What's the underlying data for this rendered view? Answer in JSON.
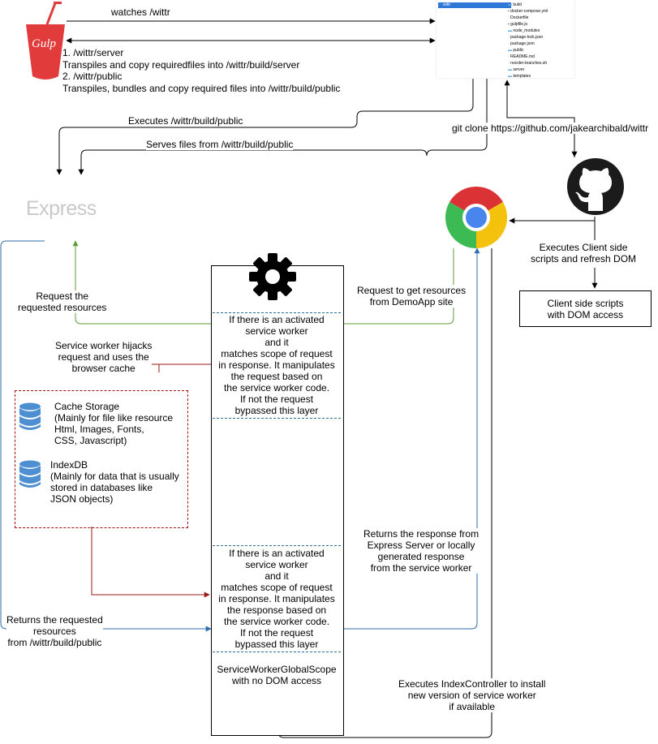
{
  "labels": {
    "watches": "watches /wittr",
    "gulp_tasks": [
      "1. /wittr/server",
      "Transpiles and copy requiredfiles into /wittr/build/server",
      "2. /wittr/public",
      "Transpiles, bundles and copy required files into /wittr/build/public"
    ],
    "executes_build": "Executes /wittr/build/public",
    "serves_files": "Serves files from /wittr/build/public",
    "git_clone": "git clone https://github.com/jakearchibald/wittr",
    "executes_client": [
      "Executes Client side",
      "scripts and refresh DOM"
    ],
    "client_scripts_box": [
      "Client side scripts",
      "with DOM access"
    ],
    "request_resources": [
      "Request the",
      "requested resources"
    ],
    "request_get": [
      "Request to get resources",
      "from DemoApp site"
    ],
    "hijack": [
      "Service worker hijacks",
      "request and uses the",
      "browser cache"
    ],
    "returns_requested": [
      "Returns the requested",
      "resources",
      "from /wittr/build/public"
    ],
    "returns_response": [
      "Returns the response from",
      "Express Server or locally",
      "generated response",
      "from the service worker"
    ],
    "executes_index": [
      "Executes IndexController to install",
      "new version of service worker",
      "if available"
    ]
  },
  "service_worker": {
    "request_layer": [
      "If there is an activated",
      "service worker",
      "and it",
      "matches scope of request",
      "in response. It manipulates",
      "the request based on",
      "the service worker code.",
      "If not the request",
      "bypassed this layer"
    ],
    "response_layer": [
      "If there is an activated",
      "service worker",
      "and it",
      "matches scope of request",
      "in response. It manipulates",
      "the response based on",
      "the service worker code.",
      "If not the request",
      "bypassed this layer"
    ],
    "scope": [
      "ServiceWorkerGlobalScope",
      "with no DOM access"
    ]
  },
  "cache": {
    "cache_storage": [
      "Cache Storage",
      "(Mainly for file like resource",
      "Html, Images, Fonts,",
      "CSS, Javascript)"
    ],
    "indexdb": [
      "IndexDB",
      "(Mainly for data that is usually",
      "stored in databases like",
      "JSON objects)"
    ]
  },
  "logos": {
    "express": "Express",
    "gulp": "Gulp"
  },
  "folder": {
    "root": "wittr",
    "items": [
      "build",
      "docker-compose.yml",
      "Dockerfile",
      "gulpfile.js",
      "node_modules",
      "package-lock.json",
      "package.json",
      "public",
      "README.md",
      "reorder-branches.sh",
      "server",
      "templates"
    ]
  },
  "icons": {
    "gear": "gear-icon",
    "github": "github-icon",
    "chrome": "chrome-icon",
    "gulp": "gulp-icon",
    "database": "database-icon"
  },
  "colors": {
    "green": "#5c9e3a",
    "blue": "#2e6ead",
    "red": "#9b1a1a",
    "folder_blue": "#6aaede"
  }
}
